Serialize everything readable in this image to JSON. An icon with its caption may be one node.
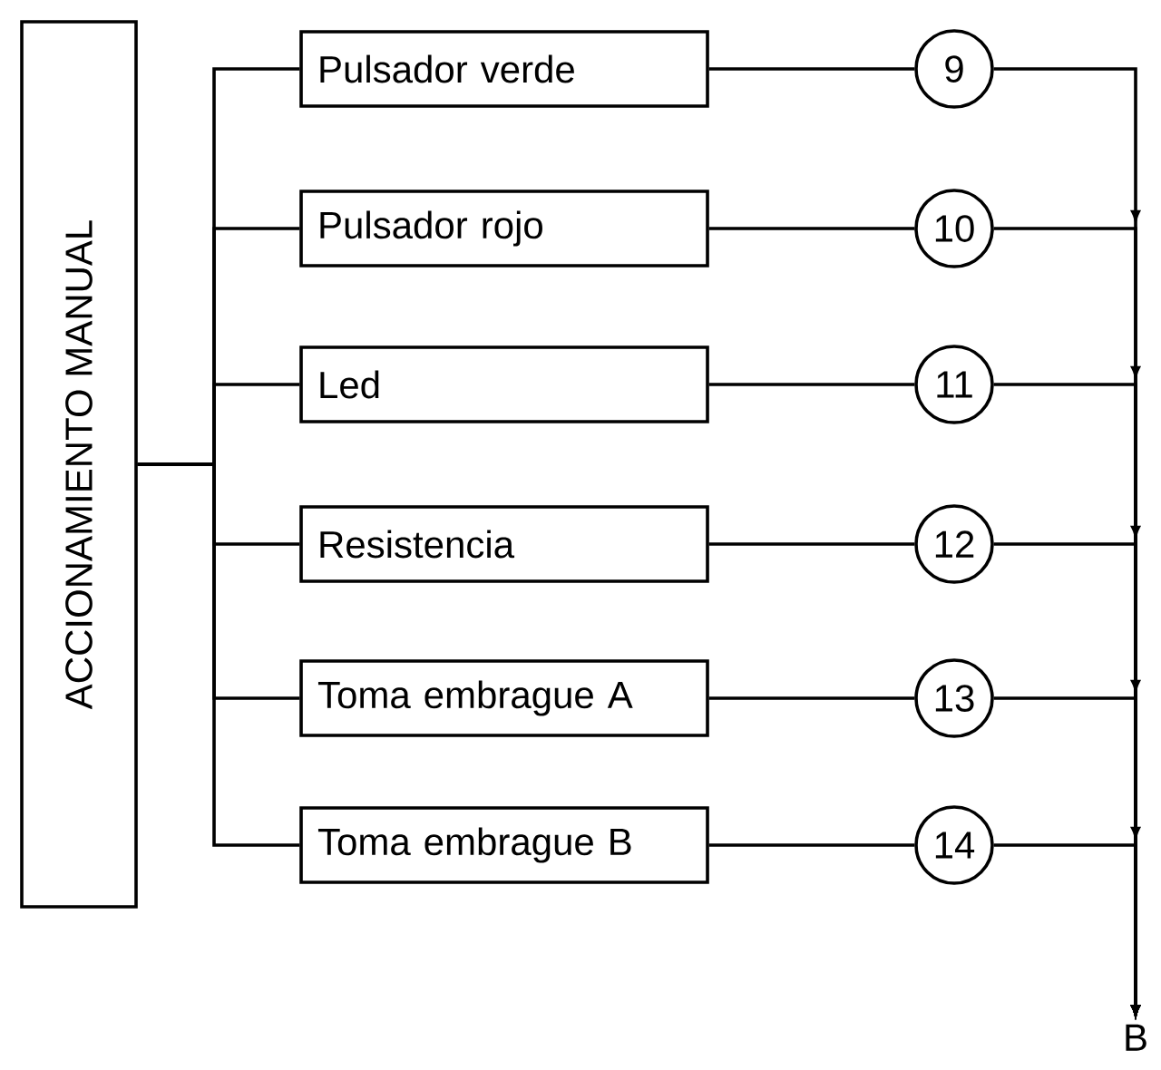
{
  "diagram": {
    "nodes": [
      {
        "text": [
          "ACCIONAMIENTO MANUAL"
        ]
      },
      {
        "text": [
          "Pulsador verde"
        ]
      },
      {
        "text": [
          "Pulsador rojo"
        ]
      },
      {
        "text": [
          "Led"
        ]
      },
      {
        "text": [
          "Resistencia"
        ]
      },
      {
        "text": [
          "Toma embrague A"
        ]
      },
      {
        "text": [
          "Toma embrague B"
        ]
      },
      {
        "text": [
          "9"
        ]
      },
      {
        "text": [
          "10"
        ]
      },
      {
        "text": [
          "11"
        ]
      },
      {
        "text": [
          "12"
        ]
      },
      {
        "text": [
          "13"
        ]
      },
      {
        "text": [
          "14"
        ]
      },
      {
        "text": [
          "B"
        ]
      }
    ],
    "edges": [
      {
        "from": 0,
        "to": 1,
        "arrow": "none"
      },
      {
        "from": 0,
        "to": 2,
        "arrow": "none"
      },
      {
        "from": 0,
        "to": 3,
        "arrow": "none"
      },
      {
        "from": 0,
        "to": 4,
        "arrow": "none"
      },
      {
        "from": 0,
        "to": 5,
        "arrow": "none"
      },
      {
        "from": 0,
        "to": 6,
        "arrow": "none"
      },
      {
        "from": 1,
        "to": 7,
        "arrow": "none"
      },
      {
        "from": 2,
        "to": 8,
        "arrow": "none"
      },
      {
        "from": 3,
        "to": 9,
        "arrow": "none"
      },
      {
        "from": 4,
        "to": 10,
        "arrow": "none"
      },
      {
        "from": 5,
        "to": 11,
        "arrow": "none"
      },
      {
        "from": 6,
        "to": 12,
        "arrow": "none"
      },
      {
        "from": 7,
        "to": 13,
        "arrow": "to"
      },
      {
        "from": 8,
        "to": 13,
        "arrow": "to"
      },
      {
        "from": 9,
        "to": 13,
        "arrow": "to"
      },
      {
        "from": 10,
        "to": 13,
        "arrow": "to"
      },
      {
        "from": 11,
        "to": 13,
        "arrow": "to"
      },
      {
        "from": 12,
        "to": 13,
        "arrow": "to"
      }
    ]
  }
}
